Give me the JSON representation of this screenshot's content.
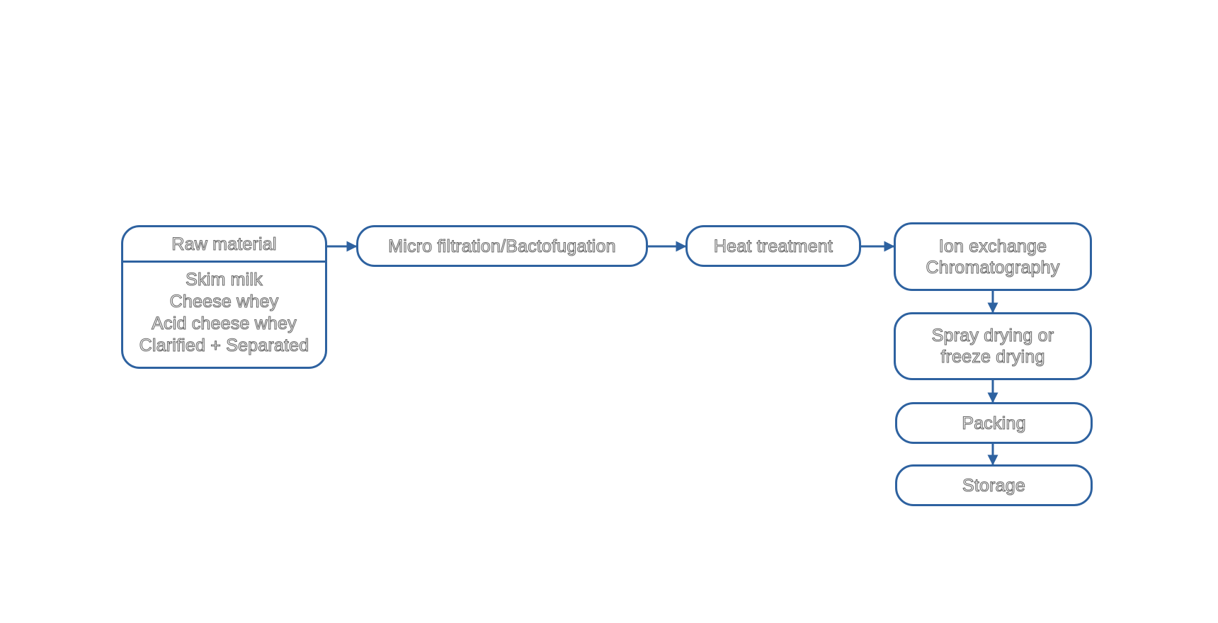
{
  "diagram": {
    "border_color": "#2e62a0",
    "raw_material": {
      "title": "Raw material",
      "items": [
        "Skim milk",
        "Cheese whey",
        "Acid cheese whey",
        "Clarified + Separated"
      ]
    },
    "steps": {
      "micro_filtration": "Micro filtration/Bactofugation",
      "heat_treatment": "Heat treatment",
      "ion_exchange": [
        "Ion exchange",
        "Chromatography"
      ],
      "spray_drying": [
        "Spray drying or",
        "freeze drying"
      ],
      "packing": "Packing",
      "storage": "Storage"
    }
  }
}
